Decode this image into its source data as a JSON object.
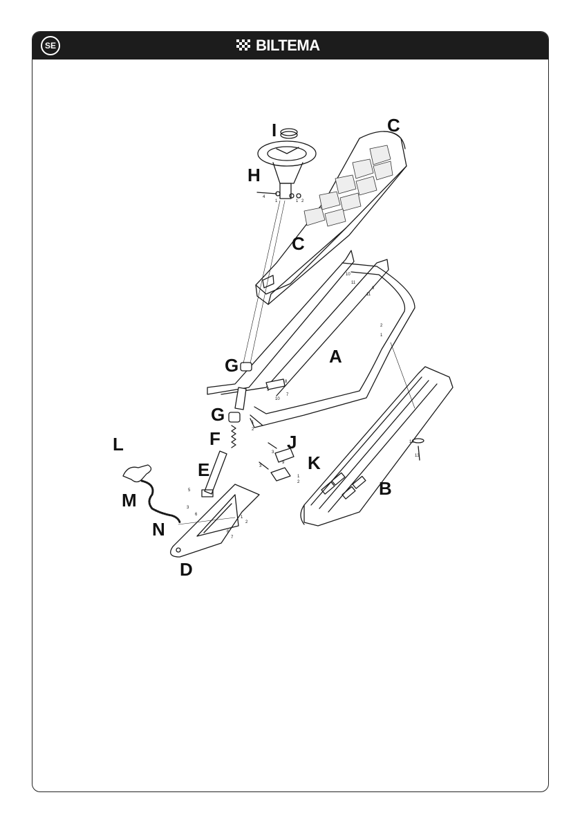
{
  "header": {
    "language": "SE",
    "brand": "BILTEMA",
    "accent_color": "#1c1c1c",
    "brand_icon": "checkered-flag-icon"
  },
  "diagram": {
    "part_labels": {
      "A": "A",
      "B": "B",
      "C_top": "C",
      "C_mid": "C",
      "D": "D",
      "E": "E",
      "F": "F",
      "G_top": "G",
      "G_bottom": "G",
      "H": "H",
      "I": "I",
      "J": "J",
      "K": "K",
      "L": "L",
      "M": "M",
      "N": "N"
    },
    "hardware_numbers": {
      "h_4": "4",
      "h_1a": "1",
      "h_1b": "1",
      "h_2": "2",
      "a_10": "10",
      "a_11": "11",
      "a_6": "6",
      "a_11b": "11",
      "a_2": "2",
      "a_1": "1",
      "k_5": "5",
      "k_8": "8",
      "k_10": "10",
      "k_7": "7",
      "g_1": "1",
      "g_2": "2",
      "j_3a": "3",
      "j_3b": "3",
      "j_9": "9",
      "j_1": "1",
      "j_2": "2",
      "b_12": "12",
      "b_13": "13",
      "d_5": "5",
      "d_3": "3",
      "d_6": "6",
      "d_1": "1",
      "d_2": "2",
      "d_6b": "6",
      "d_7": "7"
    }
  }
}
